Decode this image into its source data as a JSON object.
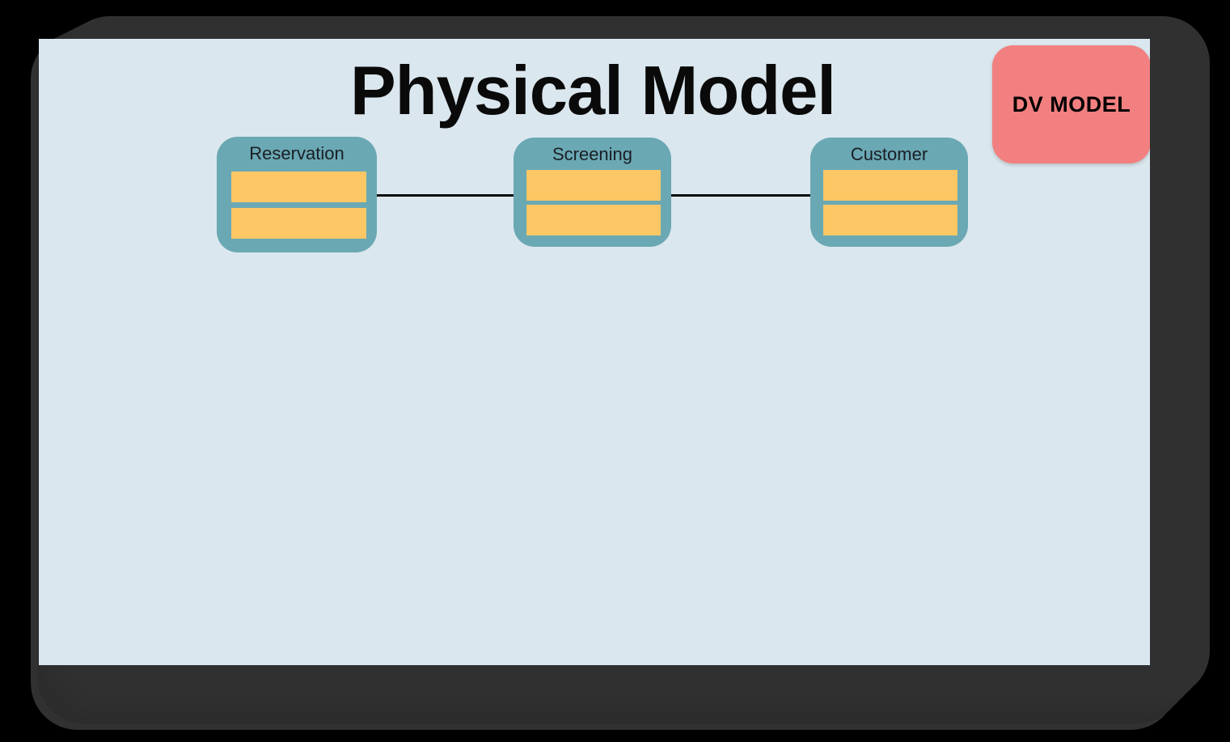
{
  "canvas": {
    "title": "Physical Model",
    "background_color": "#dbe7ee",
    "badge": {
      "label": "DV MODEL",
      "color": "#f28080",
      "text_color": "#000000"
    }
  },
  "diagram": {
    "type": "entity-relationship",
    "entity_fill_color": "#6aa8b4",
    "attribute_fill_color": "#fdc766",
    "connector_color": "#0a0a0a",
    "entities": [
      {
        "name": "Reservation",
        "attribute_rows": 2,
        "attribute_labels": [
          "",
          ""
        ]
      },
      {
        "name": "Screening",
        "attribute_rows": 2,
        "attribute_labels": [
          "",
          ""
        ]
      },
      {
        "name": "Customer",
        "attribute_rows": 2,
        "attribute_labels": [
          "",
          ""
        ]
      }
    ],
    "connectors": [
      {
        "from": "Reservation",
        "to": "Screening"
      },
      {
        "from": "Screening",
        "to": "Customer"
      }
    ]
  },
  "frame": {
    "bezel_color": "#2e2e2e",
    "outer_background": "#000000"
  }
}
